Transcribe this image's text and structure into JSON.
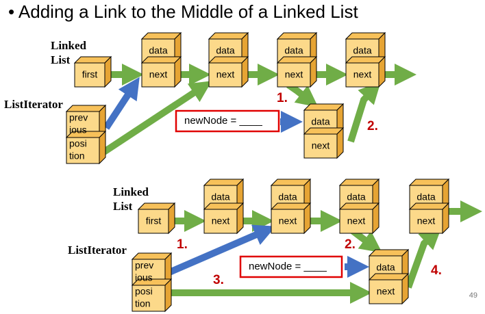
{
  "slide": {
    "title": "Adding a Link to the Middle of a Linked List",
    "bullet": "•",
    "page_number": "49"
  },
  "colors": {
    "box_front": "#fcd98a",
    "box_top": "#f7c15a",
    "box_side": "#e6a434",
    "arrow_green": "#70ad47",
    "arrow_blue": "#4472c4",
    "step_red": "#c00000",
    "border_red": "#e00000"
  },
  "icons": {
    "arrow_right": "green-right-arrow",
    "arrow_pointer": "block-arrow"
  },
  "top": {
    "linked_list_label": [
      "Linked",
      "List"
    ],
    "list_iterator_label": "ListIterator",
    "first": "first",
    "nodes": [
      {
        "data": "data",
        "next": "next"
      },
      {
        "data": "data",
        "next": "next"
      },
      {
        "data": "data",
        "next": "next"
      },
      {
        "data": "data",
        "next": "next"
      }
    ],
    "iterator": {
      "previous": [
        "prev",
        "ious"
      ],
      "position": [
        "posi",
        "tion"
      ]
    },
    "new_node": {
      "label": "newNode = ____",
      "data": "data",
      "next": "next"
    },
    "steps": [
      "1.",
      "2."
    ]
  },
  "bottom": {
    "linked_list_label": [
      "Linked",
      "List"
    ],
    "list_iterator_label": "ListIterator",
    "first": "first",
    "nodes": [
      {
        "data": "data",
        "next": "next"
      },
      {
        "data": "data",
        "next": "next"
      },
      {
        "data": "data",
        "next": "next"
      },
      {
        "data": "data",
        "next": "next"
      }
    ],
    "iterator": {
      "previous": [
        "prev",
        "ious"
      ],
      "position": [
        "posi",
        "tion"
      ]
    },
    "new_node": {
      "label": "newNode = ____",
      "data": "data",
      "next": "next"
    },
    "steps": [
      "1.",
      "2.",
      "3.",
      "4."
    ]
  }
}
